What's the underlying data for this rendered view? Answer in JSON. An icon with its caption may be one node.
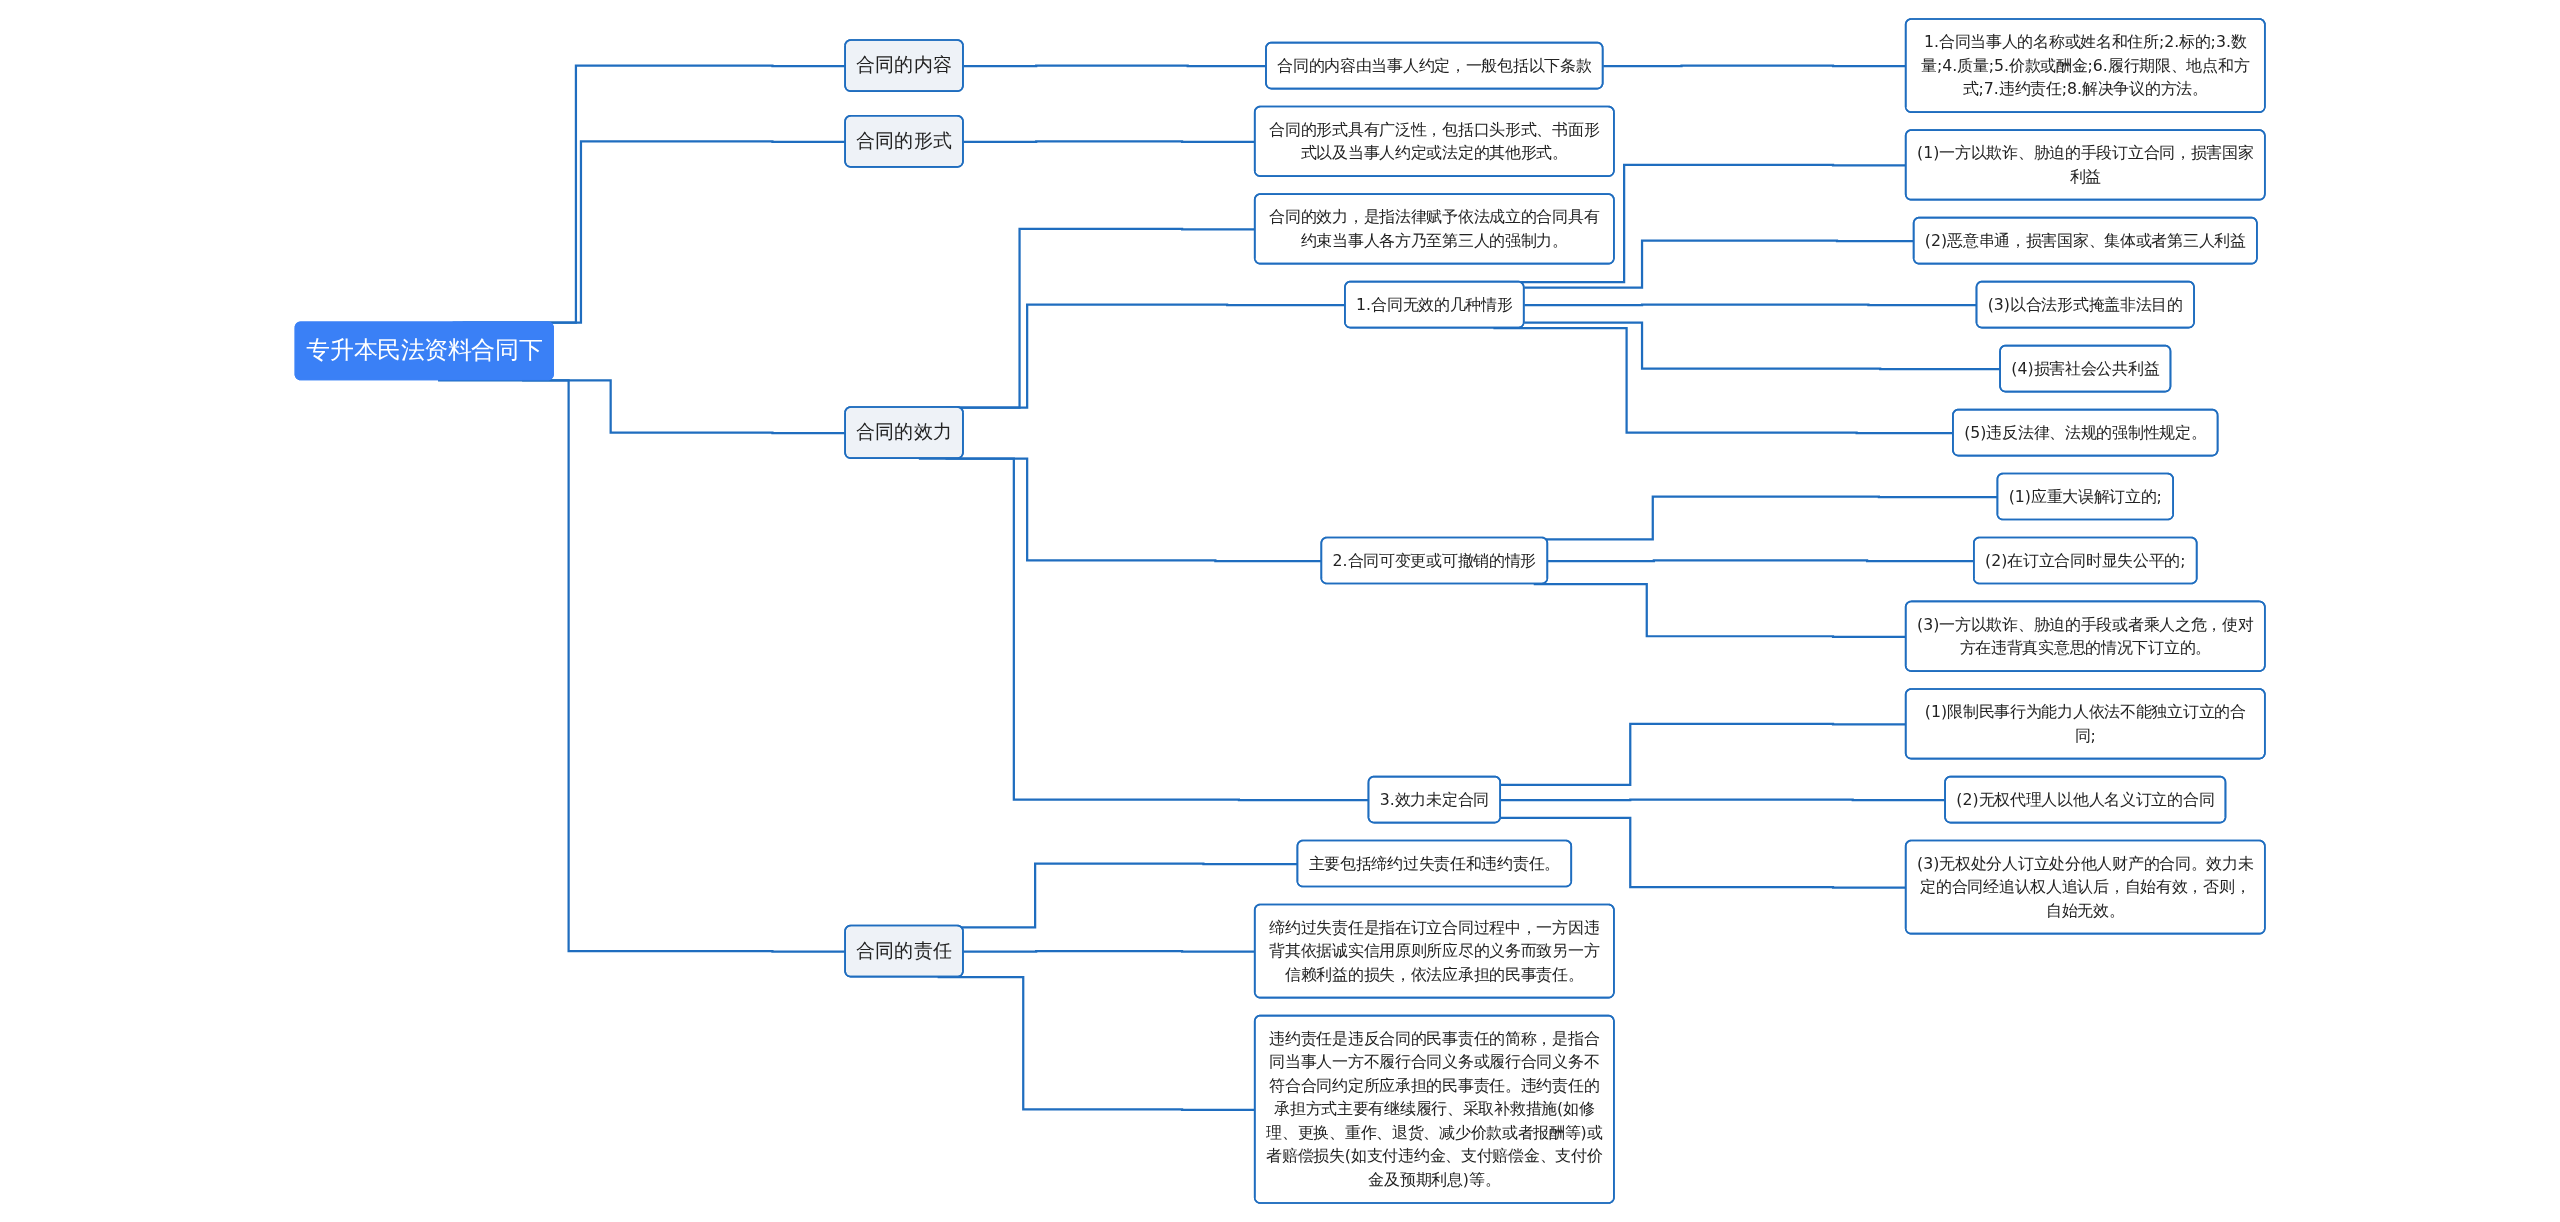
{
  "diagram": {
    "nodes": [
      {
        "text": [
          "专升本民法资料合同下"
        ]
      },
      {
        "text": [
          "合同的内容"
        ]
      },
      {
        "text": [
          "合同的内容由当事人约定，一般包括以下条款"
        ]
      },
      {
        "text": [
          "1.合同当事人的名称或姓名和住所;2.标的;3.数量;4.质量;5.价款或酬金;6.履行期限、地点和方式;7.违约责任;8.解决争议的方法。"
        ]
      },
      {
        "text": [
          "合同的形式"
        ]
      },
      {
        "text": [
          "合同的形式具有广泛性，包括口头形式、书面形式以及当事人约定或法定的其他形式。"
        ]
      },
      {
        "text": [
          "合同的效力"
        ]
      },
      {
        "text": [
          "合同的效力，是指法律赋予依法成立的合同具有约束当事人各方乃至第三人的强制力。"
        ]
      },
      {
        "text": [
          "1.合同无效的几种情形"
        ]
      },
      {
        "text": [
          "(1)一方以欺诈、胁迫的手段订立合同，损害国家利益"
        ]
      },
      {
        "text": [
          "(2)恶意串通，损害国家、集体或者第三人利益"
        ]
      },
      {
        "text": [
          "(3)以合法形式掩盖非法目的"
        ]
      },
      {
        "text": [
          "(4)损害社会公共利益"
        ]
      },
      {
        "text": [
          "(5)违反法律、法规的强制性规定。"
        ]
      },
      {
        "text": [
          "2.合同可变更或可撤销的情形"
        ]
      },
      {
        "text": [
          "(1)应重大误解订立的;"
        ]
      },
      {
        "text": [
          "(2)在订立合同时显失公平的;"
        ]
      },
      {
        "text": [
          "(3)一方以欺诈、胁迫的手段或者乘人之危，使对方在违背真实意思的情况下订立的。"
        ]
      },
      {
        "text": [
          "3.效力未定合同"
        ]
      },
      {
        "text": [
          "(1)限制民事行为能力人依法不能独立订立的合同;"
        ]
      },
      {
        "text": [
          "(2)无权代理人以他人名义订立的合同"
        ]
      },
      {
        "text": [
          "(3)无权处分人订立处分他人财产的合同。效力未定的合同经追认权人追认后，自始有效，否则，自始无效。"
        ]
      },
      {
        "text": [
          "合同的责任"
        ]
      },
      {
        "text": [
          "主要包括缔约过失责任和违约责任。"
        ]
      },
      {
        "text": [
          "缔约过失责任是指在订立合同过程中，一方因违背其依据诚实信用原则所应尽的义务而致另一方信赖利益的损失，依法应承担的民事责任。"
        ]
      },
      {
        "text": [
          "违约责任是违反合同的民事责任的简称，是指合同当事人一方不履行合同义务或履行合同义务不符合合同约定所应承担的民事责任。违约责任的承担方式主要有继续履行、采取补救措施(如修理、更换、重作、退货、减少价款或者报酬等)或者赔偿损失(如支付违约金、支付赔偿金、支付价金及预期利息)等。"
        ]
      }
    ],
    "edges": [
      {
        "from": 0,
        "to": 1,
        "arrow": "none"
      },
      {
        "from": 1,
        "to": 2,
        "arrow": "none"
      },
      {
        "from": 2,
        "to": 3,
        "arrow": "none"
      },
      {
        "from": 0,
        "to": 4,
        "arrow": "none"
      },
      {
        "from": 4,
        "to": 5,
        "arrow": "none"
      },
      {
        "from": 0,
        "to": 6,
        "arrow": "none"
      },
      {
        "from": 6,
        "to": 7,
        "arrow": "none"
      },
      {
        "from": 6,
        "to": 8,
        "arrow": "none"
      },
      {
        "from": 8,
        "to": 9,
        "arrow": "none"
      },
      {
        "from": 8,
        "to": 10,
        "arrow": "none"
      },
      {
        "from": 8,
        "to": 11,
        "arrow": "none"
      },
      {
        "from": 8,
        "to": 12,
        "arrow": "none"
      },
      {
        "from": 8,
        "to": 13,
        "arrow": "none"
      },
      {
        "from": 6,
        "to": 14,
        "arrow": "none"
      },
      {
        "from": 14,
        "to": 15,
        "arrow": "none"
      },
      {
        "from": 14,
        "to": 16,
        "arrow": "none"
      },
      {
        "from": 14,
        "to": 17,
        "arrow": "none"
      },
      {
        "from": 6,
        "to": 18,
        "arrow": "none"
      },
      {
        "from": 18,
        "to": 19,
        "arrow": "none"
      },
      {
        "from": 18,
        "to": 20,
        "arrow": "none"
      },
      {
        "from": 18,
        "to": 21,
        "arrow": "none"
      },
      {
        "from": 0,
        "to": 22,
        "arrow": "none"
      },
      {
        "from": 22,
        "to": 23,
        "arrow": "none"
      },
      {
        "from": 22,
        "to": 24,
        "arrow": "none"
      },
      {
        "from": 22,
        "to": 25,
        "arrow": "none"
      }
    ]
  }
}
